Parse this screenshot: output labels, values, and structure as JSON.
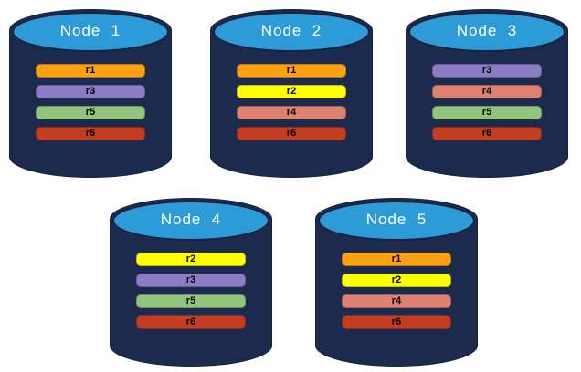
{
  "diagram": {
    "background": "#FFFFFF",
    "can_body_color": "#1C2B4D",
    "can_top_color": "#2E9BD9",
    "title_color": "#FFFFFF",
    "bar_label_color": "#000000"
  },
  "replica_colors": {
    "r1": "#FFA012",
    "r2": "#FFFF00",
    "r3": "#8C7CC5",
    "r4": "#DD8170",
    "r5": "#93C47D",
    "r6": "#C43D21"
  },
  "nodes": [
    {
      "title": "Node  1",
      "bars": [
        {
          "label": "r1",
          "color": "#FFA012"
        },
        {
          "label": "r3",
          "color": "#8C7CC5"
        },
        {
          "label": "r5",
          "color": "#93C47D"
        },
        {
          "label": "r6",
          "color": "#C43D21"
        }
      ]
    },
    {
      "title": "Node  2",
      "bars": [
        {
          "label": "r1",
          "color": "#FFA012"
        },
        {
          "label": "r2",
          "color": "#FFFF00"
        },
        {
          "label": "r4",
          "color": "#DD8170"
        },
        {
          "label": "r6",
          "color": "#C43D21"
        }
      ]
    },
    {
      "title": "Node  3",
      "bars": [
        {
          "label": "r3",
          "color": "#8C7CC5"
        },
        {
          "label": "r4",
          "color": "#DD8170"
        },
        {
          "label": "r5",
          "color": "#93C47D"
        },
        {
          "label": "r6",
          "color": "#C43D21"
        }
      ]
    },
    {
      "title": "Node  4",
      "bars": [
        {
          "label": "r2",
          "color": "#FFFF00"
        },
        {
          "label": "r3",
          "color": "#8C7CC5"
        },
        {
          "label": "r5",
          "color": "#93C47D"
        },
        {
          "label": "r6",
          "color": "#C43D21"
        }
      ]
    },
    {
      "title": "Node  5",
      "bars": [
        {
          "label": "r1",
          "color": "#FFA012"
        },
        {
          "label": "r2",
          "color": "#FFFF00"
        },
        {
          "label": "r4",
          "color": "#DD8170"
        },
        {
          "label": "r6",
          "color": "#C43D21"
        }
      ]
    }
  ]
}
